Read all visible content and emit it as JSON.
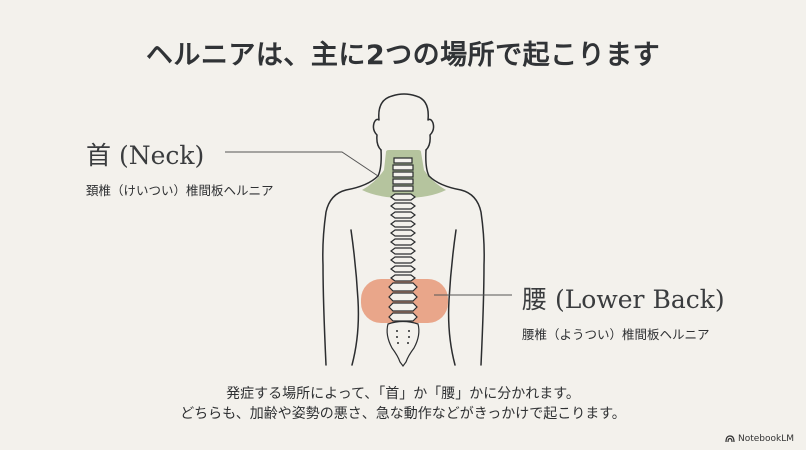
{
  "title": "ヘルニアは、主に2つの場所で起こります",
  "regions": {
    "neck": {
      "name": "首 (Neck)",
      "description": "頚椎（けいつい）椎間板ヘルニア",
      "color": "#aebf96"
    },
    "lower_back": {
      "name": "腰 (Lower Back)",
      "description": "腰椎（ようつい）椎間板ヘルニア",
      "color": "#e8a081"
    }
  },
  "caption": {
    "line1": "発症する場所によって、「首」か「腰」かに分かれます。",
    "line2": "どちらも、加齢や姿勢の悪さ、急な動作などがきっかけで起こります。"
  },
  "branding": {
    "logo_icon": "notebooklm-logo-icon",
    "label": "NotebookLM"
  },
  "colors": {
    "background": "#f3f1ec",
    "outline": "#2b2d2f",
    "leader_line": "#555555"
  }
}
